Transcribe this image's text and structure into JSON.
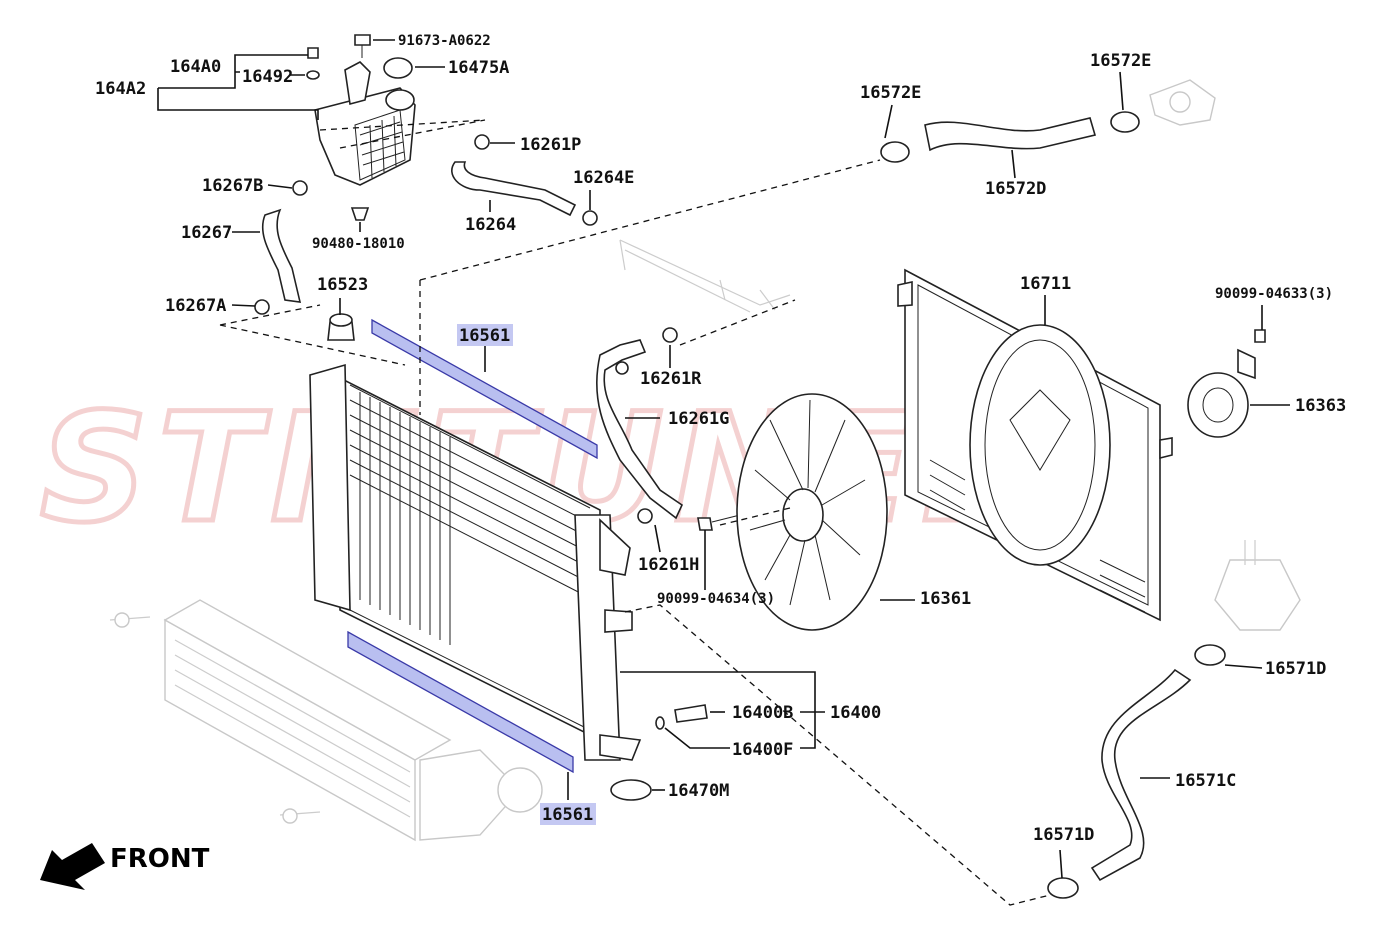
{
  "watermark": "STMTUNED",
  "front_label": "FRONT",
  "labels": {
    "p164A0": "164A0",
    "p164A2": "164A2",
    "p16492": "16492",
    "p91673": "91673-A0622",
    "p16475A": "16475A",
    "p16261P": "16261P",
    "p16267B": "16267B",
    "p16264E": "16264E",
    "p16264": "16264",
    "p90480": "90480-18010",
    "p16267": "16267",
    "p16523": "16523",
    "p16267A": "16267A",
    "p16561_top": "16561",
    "p16561_bottom": "16561",
    "p16572E_left": "16572E",
    "p16572E_right": "16572E",
    "p16572D": "16572D",
    "p16711": "16711",
    "p90099_04633": "90099-04633(3)",
    "p16363": "16363",
    "p16261R": "16261R",
    "p16261G": "16261G",
    "p16261H": "16261H",
    "p90099_04634": "90099-04634(3)",
    "p16361": "16361",
    "p16571D_right": "16571D",
    "p16571C": "16571C",
    "p16571D_bottom": "16571D",
    "p16400B": "16400B",
    "p16400": "16400",
    "p16400F": "16400F",
    "p16470M": "16470M"
  }
}
